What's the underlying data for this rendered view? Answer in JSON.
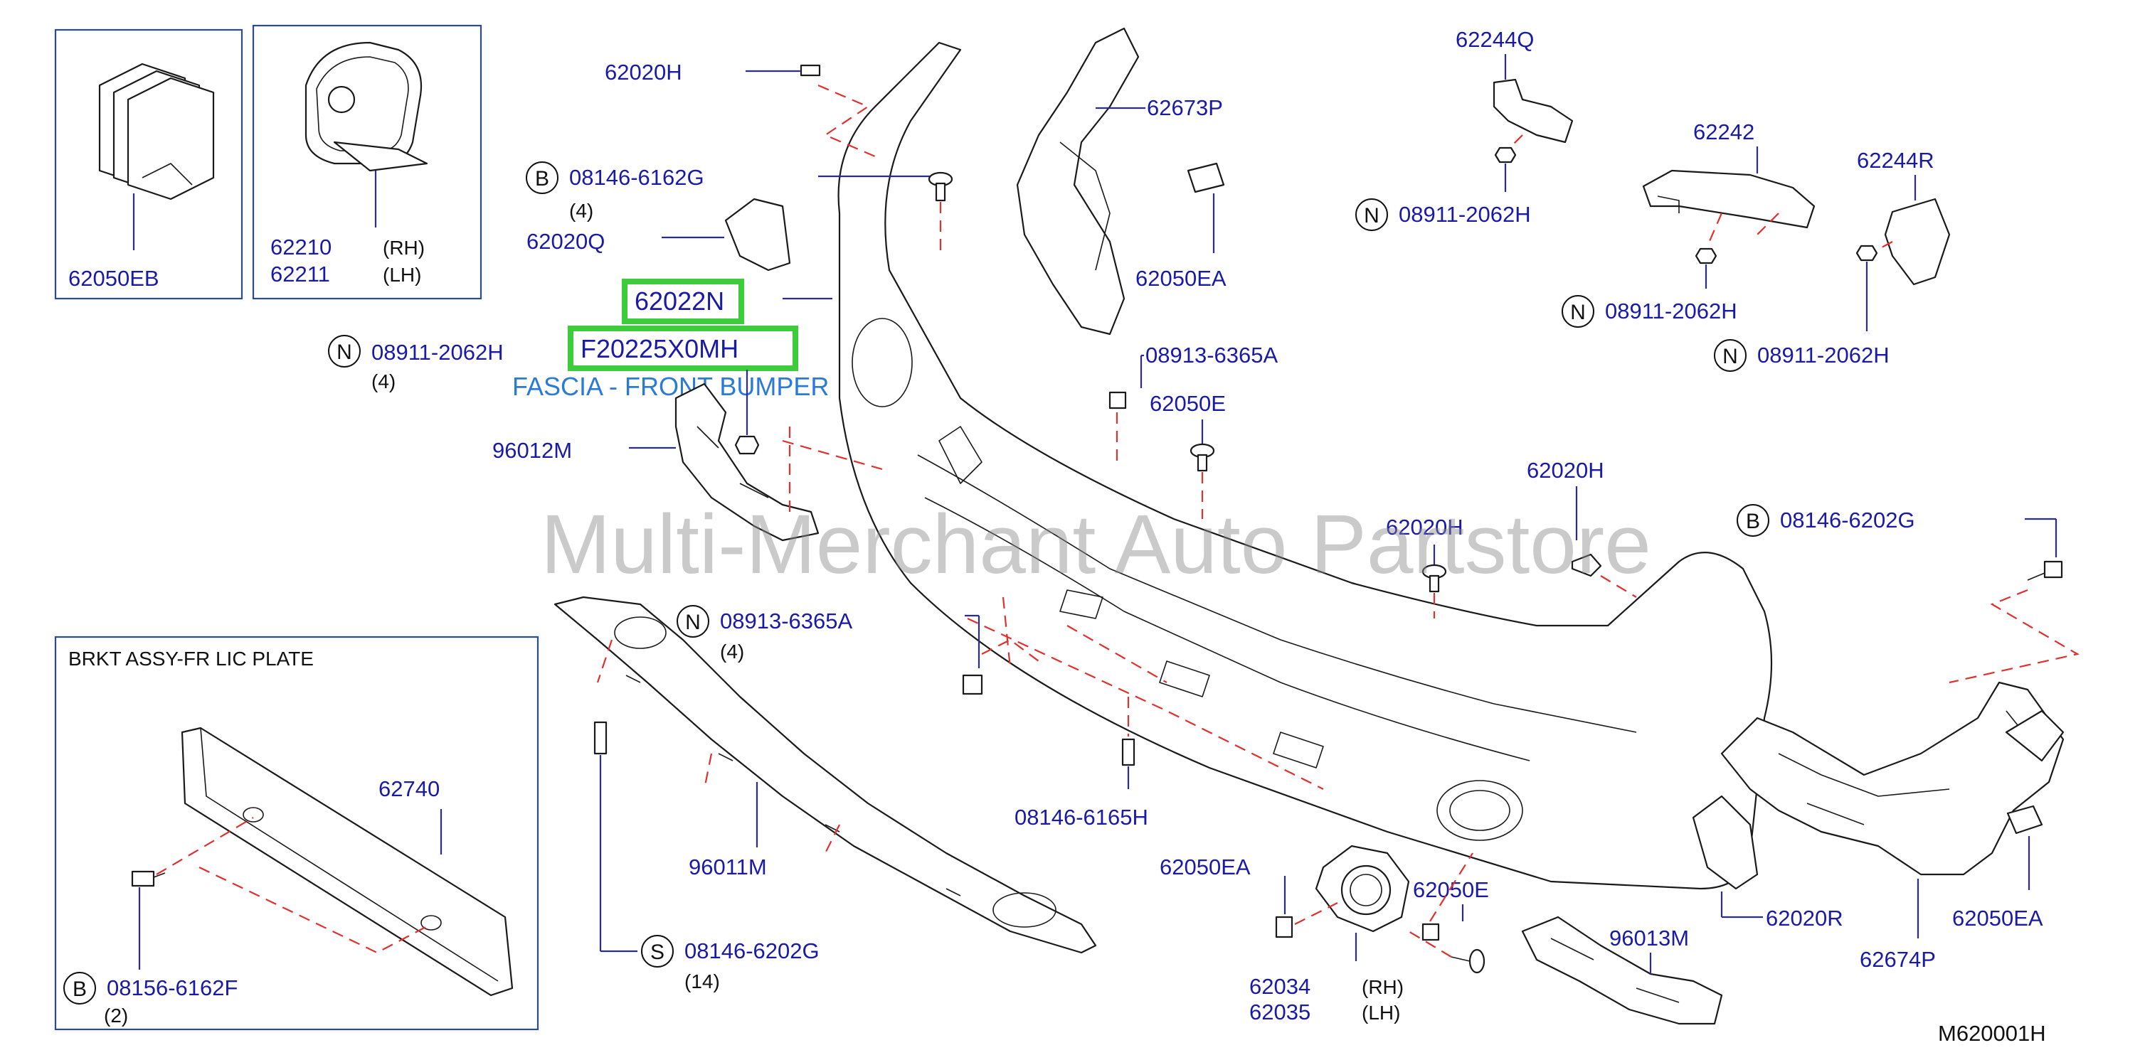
{
  "watermark": "Multi-Merchant Auto Partstore",
  "diagram_code": "M620001H",
  "highlight": {
    "part_number": "62022N",
    "oem_number": "F20225X0MH",
    "description": "FASCIA - FRONT BUMPER"
  },
  "boxes": {
    "top_left_1": {
      "part": "62050EB"
    },
    "top_left_2": {
      "part_rh": "62210",
      "part_lh": "62211",
      "rh": "(RH)",
      "lh": "(LH)"
    },
    "lic_plate": {
      "title": "BRKT   ASSY-FR   LIC   PLATE",
      "part": "62740",
      "bolt": "08156-6162F",
      "bolt_prefix": "B",
      "bolt_qty": "(2)"
    }
  },
  "labels": {
    "p62020H_top": "62020H",
    "p08146_6162G": "08146-6162G",
    "p08146_6162G_prefix": "B",
    "p08146_6162G_qty": "(4)",
    "p62020Q": "62020Q",
    "p08911_left": "08911-2062H",
    "p08911_left_prefix": "N",
    "p08911_left_qty": "(4)",
    "p96012M": "96012M",
    "p62673P": "62673P",
    "p62050EA_top": "62050EA",
    "p08913_6365A_top": "08913-6365A",
    "p62050E_top": "62050E",
    "p62244Q": "62244Q",
    "p08911_mid": "08911-2062H",
    "p08911_mid_prefix": "N",
    "p62242": "62242",
    "p08911_r1": "08911-2062H",
    "p08911_r1_prefix": "N",
    "p62244R": "62244R",
    "p08911_r2": "08911-2062H",
    "p08911_r2_prefix": "N",
    "p62020H_right": "62020H",
    "p62020H_mid": "62020H",
    "p08146_6202G_right": "08146-6202G",
    "p08146_6202G_right_prefix": "B",
    "p08913_6365A_bot": "08913-6365A",
    "p08913_6365A_bot_prefix": "N",
    "p08913_6365A_bot_qty": "(4)",
    "p96011M": "96011M",
    "p08146_6165H": "08146-6165H",
    "p08146_6202G_bot": "08146-6202G",
    "p08146_6202G_bot_prefix": "S",
    "p08146_6202G_bot_qty": "(14)",
    "p62050EA_mid": "62050EA",
    "p62050E_bot": "62050E",
    "p62034": "62034",
    "p62035": "62035",
    "rh": "(RH)",
    "lh": "(LH)",
    "p96013M": "96013M",
    "p62020R": "62020R",
    "p62674P": "62674P",
    "p62050EA_right": "62050EA"
  }
}
